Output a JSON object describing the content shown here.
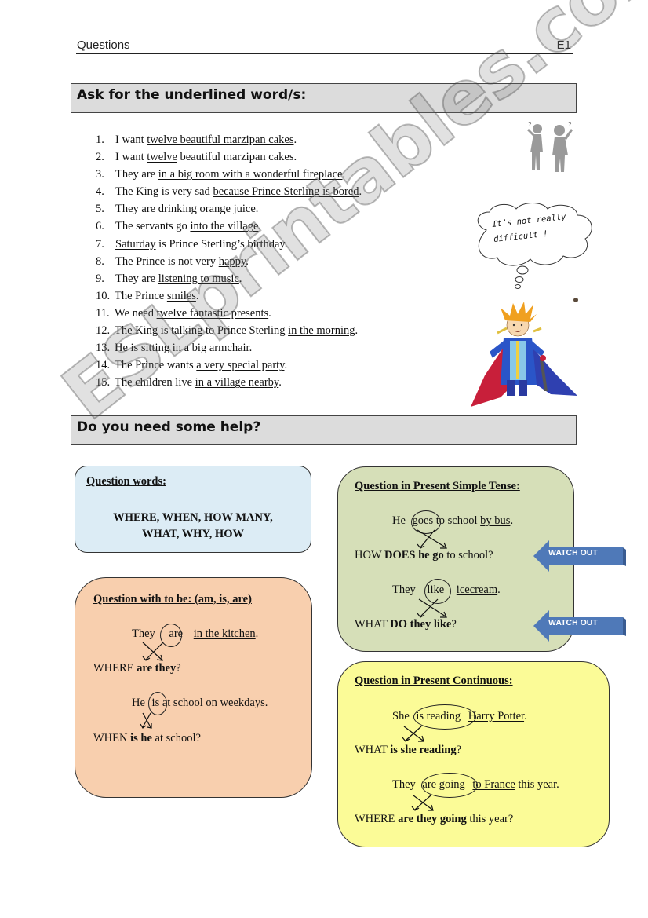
{
  "header": {
    "title": "Questions",
    "code": "E1"
  },
  "section1": {
    "title": "Ask for the underlined word/s:",
    "items": [
      {
        "num": "1.",
        "pre": "I want ",
        "u1": "twelve beautiful marzipan cakes",
        "mid": "",
        "u2": "",
        "post": "."
      },
      {
        "num": "2.",
        "pre": "I want ",
        "u1": "twelve",
        "mid": "",
        "u2": "",
        "post": " beautiful marzipan cakes."
      },
      {
        "num": "3.",
        "pre": "They are ",
        "u1": "in a big room with a wonderful fireplace",
        "mid": "",
        "u2": "",
        "post": "."
      },
      {
        "num": "4.",
        "pre": "The King is very sad ",
        "u1": "because Prince Sterling is bored",
        "mid": "",
        "u2": "",
        "post": "."
      },
      {
        "num": "5.",
        "pre": "They are drinking ",
        "u1": "orange juice",
        "mid": "",
        "u2": "",
        "post": "."
      },
      {
        "num": "6.",
        "pre": "The servants go ",
        "u1": "into the village",
        "mid": "",
        "u2": "",
        "post": "."
      },
      {
        "num": "7.",
        "pre": "",
        "u1": "Saturday",
        "mid": "",
        "u2": "",
        "post": " is Prince Sterling’s birthday."
      },
      {
        "num": "8.",
        "pre": "The Prince is not very ",
        "u1": "happy",
        "mid": "",
        "u2": "",
        "post": "."
      },
      {
        "num": "9.",
        "pre": "They are ",
        "u1": "listening to music",
        "mid": "",
        "u2": "",
        "post": "."
      },
      {
        "num": "10.",
        "pre": "The Prince ",
        "u1": "smiles",
        "mid": "",
        "u2": "",
        "post": "."
      },
      {
        "num": "11.",
        "pre": "We need ",
        "u1": "twelve fantastic presents",
        "mid": "",
        "u2": "",
        "post": "."
      },
      {
        "num": "12.",
        "pre": "The King is talking to Prince Sterling ",
        "u1": "in the morning",
        "mid": "",
        "u2": "",
        "post": "."
      },
      {
        "num": "13.",
        "pre": "He is sitting ",
        "u1": "in a big armchair",
        "mid": "",
        "u2": "",
        "post": "."
      },
      {
        "num": "14.",
        "pre": "The Prince wants ",
        "u1": "a very special party",
        "mid": "",
        "u2": "",
        "post": "."
      },
      {
        "num": "15.",
        "pre": "The children live ",
        "u1": "in a village nearby",
        "mid": "",
        "u2": "",
        "post": "."
      }
    ]
  },
  "thought_bubble": "It’s not really difficult !",
  "section2": {
    "title": "Do you need some help?"
  },
  "question_words": {
    "title": "Question words:",
    "line1": "WHERE, WHEN, HOW MANY,",
    "line2": "WHAT, WHY, HOW"
  },
  "to_be": {
    "title": "Question with to be: (am, is, are)",
    "ex1": {
      "subject": "They",
      "verb": "are",
      "answer": "in the kitchen",
      "dot": "."
    },
    "q1": {
      "qw": "WHERE ",
      "bold": "are they",
      "rest": "?"
    },
    "ex2": {
      "subject": "He",
      "verb": "is",
      "mid": " at school ",
      "answer": "on weekdays",
      "dot": "."
    },
    "q2": {
      "qw": "WHEN ",
      "bold": "is he",
      "rest": " at school?"
    }
  },
  "present_simple": {
    "title": "Question in Present Simple Tense:",
    "ex1": {
      "subject": "He",
      "verb": "goes",
      "mid": " to school ",
      "answer": "by bus",
      "dot": "."
    },
    "q1": {
      "qw": "HOW ",
      "bold": "DOES he go",
      "rest": " to school?"
    },
    "ex2": {
      "subject": "They",
      "verb": "like",
      "answer": "icecream",
      "dot": "."
    },
    "q2": {
      "qw": "WHAT ",
      "bold": "DO they like",
      "rest": "?"
    }
  },
  "present_continuous": {
    "title": "Question in Present Continuous:",
    "ex1": {
      "subject": "She",
      "verb": "is reading",
      "answer": "Harry Potter",
      "dot": "."
    },
    "q1": {
      "qw": "WHAT ",
      "bold": "is she reading",
      "rest": "?"
    },
    "ex2": {
      "subject": "They",
      "verb": "are going",
      "answer": "to France",
      "rest": " this year."
    },
    "q2": {
      "qw": "WHERE ",
      "bold": "are they going",
      "rest": " this year?"
    }
  },
  "watch_out": "WATCH OUT",
  "watermark": "ESLprintables.com",
  "colors": {
    "bar_gray": "#dcdcdc",
    "blue_box": "#dcecf5",
    "peach_box": "#f8cfae",
    "green_box": "#d6dfb8",
    "yellow_box": "#fbfb97",
    "arrow_blue": "#4f79b8"
  }
}
